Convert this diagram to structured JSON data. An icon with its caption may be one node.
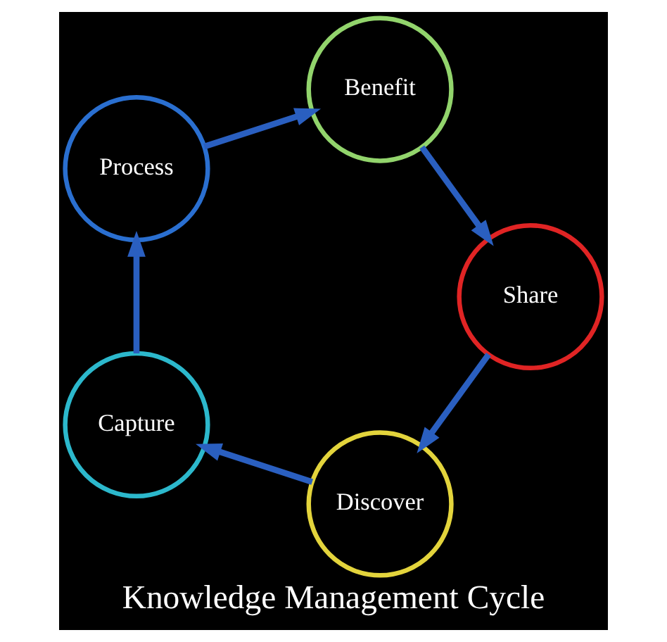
{
  "diagram": {
    "title": "Knowledge Management Cycle",
    "nodes": [
      {
        "text": [
          "Discover"
        ]
      },
      {
        "text": [
          "Capture"
        ]
      },
      {
        "text": [
          "Process"
        ]
      },
      {
        "text": [
          "Benefit"
        ]
      },
      {
        "text": [
          "Share"
        ]
      }
    ],
    "edges": [
      {
        "from": 0,
        "to": 1,
        "arrow": "to"
      },
      {
        "from": 1,
        "to": 2,
        "arrow": "to"
      },
      {
        "from": 2,
        "to": 3,
        "arrow": "to"
      },
      {
        "from": 3,
        "to": 4,
        "arrow": "to"
      },
      {
        "from": 4,
        "to": 0,
        "arrow": "to"
      }
    ]
  }
}
